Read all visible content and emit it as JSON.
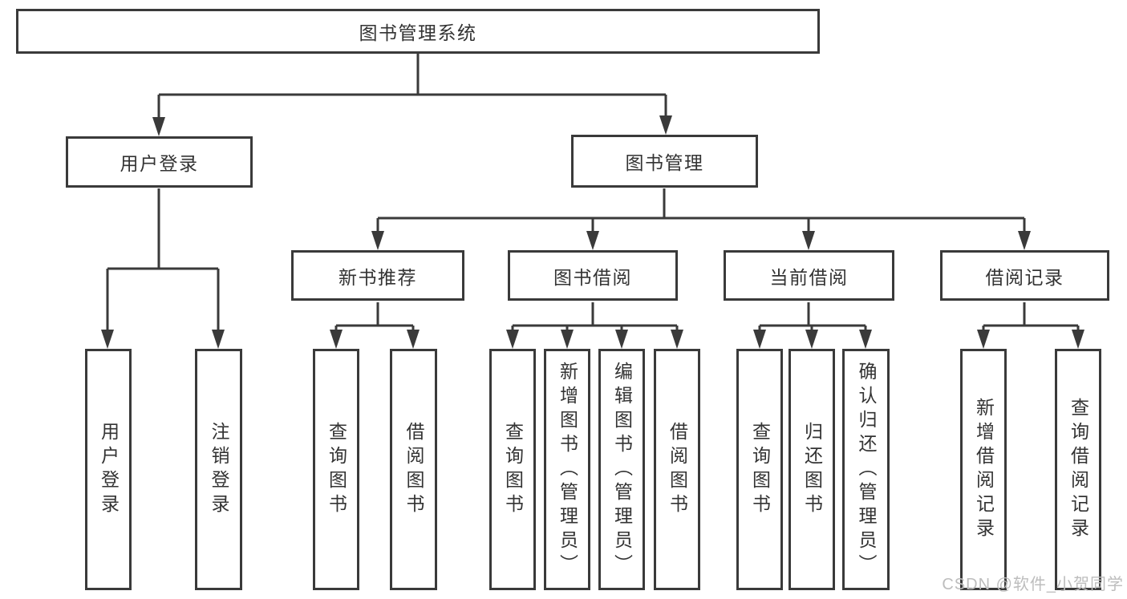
{
  "diagram_type": "tree",
  "tree": {
    "label": "图书管理系统",
    "children": [
      {
        "label": "用户登录",
        "children": [
          {
            "label": "用户登录"
          },
          {
            "label": "注销登录"
          }
        ]
      },
      {
        "label": "图书管理",
        "children": [
          {
            "label": "新书推荐",
            "children": [
              {
                "label": "查询图书"
              },
              {
                "label": "借阅图书"
              }
            ]
          },
          {
            "label": "图书借阅",
            "children": [
              {
                "label": "查询图书"
              },
              {
                "label": "新增图书（管理员）"
              },
              {
                "label": "编辑图书（管理员）"
              },
              {
                "label": "借阅图书"
              }
            ]
          },
          {
            "label": "当前借阅",
            "children": [
              {
                "label": "查询图书"
              },
              {
                "label": "归还图书"
              },
              {
                "label": "确认归还（管理员）"
              }
            ]
          },
          {
            "label": "借阅记录",
            "children": [
              {
                "label": "新增借阅记录"
              },
              {
                "label": "查询借阅记录"
              }
            ]
          }
        ]
      }
    ]
  },
  "watermark": "CSDN @软件_小贺同学",
  "colors": {
    "line": "#3a3a3a",
    "text": "#333333",
    "background": "#ffffff",
    "watermark": "#bdbdbd"
  }
}
